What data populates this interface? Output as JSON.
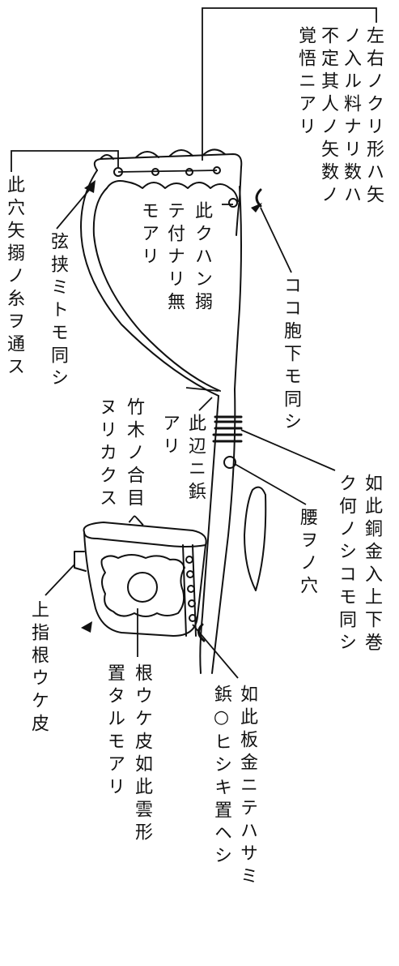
{
  "labels": {
    "top_right": {
      "col1": "左右ノクリ形ハ矢",
      "col2": "ノ入ル料ナリ数ハ",
      "col3": "不定其人ノ矢数ノ",
      "col4": "覚悟ニアリ"
    },
    "left_hole": {
      "col1": "此穴矢搦ノ糸ヲ通ス"
    },
    "string_holder": {
      "col1": "弦挟ミトモ同シ"
    },
    "hook_note": {
      "col1": "此クハン搦",
      "col2": "テ付ナリ無",
      "col3": "モアリ"
    },
    "right_side": {
      "col1": "ココ胞下モ同シ"
    },
    "bamboo_joint": {
      "col1": "竹木ノ合目ヘ",
      "col2": "ヌリカクス"
    },
    "rivet_note": {
      "col1": "此辺ニ鋲",
      "col2": "アリ"
    },
    "copper_band": {
      "col1": "如此銅金入上下巻",
      "col2": "ク何ノシコモ同シ"
    },
    "waist_hole": {
      "col1": "腰ヲノ穴"
    },
    "upper_finger": {
      "col1": "上指根ウケ皮"
    },
    "cloud_leather": {
      "col1": "根ウケ皮如此雲形",
      "col2": "置タルモアリ"
    },
    "metal_plate": {
      "col1": "如此板金ニテハサミ",
      "col2": "鋲○ヒシキ置ヘシ"
    }
  }
}
